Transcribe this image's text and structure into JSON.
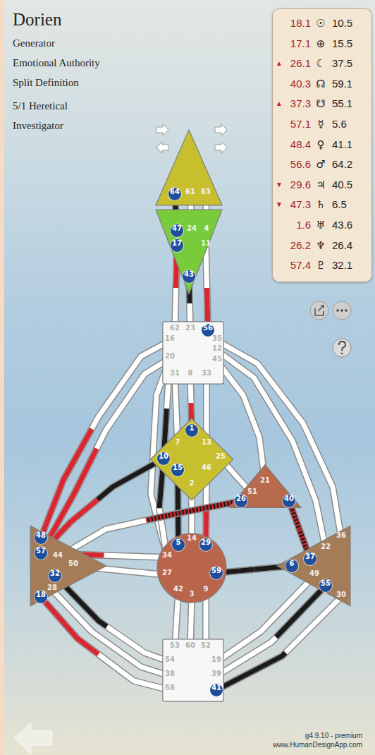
{
  "diagram": {
    "title": "Dorien",
    "nodes": [
      {
        "text": [
          "18.1",
          "☉",
          "10.5",
          "17.1",
          "⊕",
          "15.5",
          "▲",
          "26.1",
          "☾",
          "37.5",
          "40.3",
          "☊",
          "59.1",
          "▲",
          "37.3",
          "☋",
          "55.1",
          "57.1",
          "☿",
          "5.6",
          "48.4",
          "♀",
          "41.1",
          "56.6",
          "♂",
          "64.2",
          "▼",
          "29.6",
          "♃",
          "40.5",
          "▼",
          "47.3",
          "♄",
          "6.5",
          "1.6",
          "♅",
          "43.6",
          "26.2",
          "♆",
          "26.4",
          "57.4",
          "♇",
          "32.1"
        ]
      },
      {
        "text": [
          "64",
          "61",
          "63"
        ]
      },
      {
        "text": [
          "47",
          "24",
          "4",
          "17",
          "11",
          "43"
        ]
      },
      {
        "text": [
          "62",
          "23",
          "56",
          "16",
          "35",
          "20",
          "12",
          "45",
          "31",
          "8",
          "33"
        ]
      },
      {
        "text": [
          "1",
          "7",
          "13",
          "10",
          "25",
          "15",
          "46",
          "2"
        ]
      },
      {
        "text": [
          "21",
          "51",
          "26",
          "40"
        ]
      },
      {
        "text": [
          "48",
          "57",
          "44",
          "50",
          "32",
          "28",
          "18"
        ]
      },
      {
        "text": [
          "5",
          "14",
          "29",
          "34",
          "59",
          "27",
          "42",
          "3",
          "9"
        ]
      },
      {
        "text": [
          "36",
          "22",
          "37",
          "6",
          "49",
          "55",
          "30"
        ]
      },
      {
        "text": [
          "53",
          "60",
          "52",
          "54",
          "19",
          "38",
          "39",
          "58",
          "41"
        ]
      }
    ],
    "edges": [
      {
        "from": 1,
        "to": 2,
        "arrow": "none"
      },
      {
        "from": 1,
        "to": 2,
        "arrow": "none"
      },
      {
        "from": 1,
        "to": 2,
        "arrow": "none"
      },
      {
        "from": 2,
        "to": 3,
        "arrow": "none"
      },
      {
        "from": 2,
        "to": 3,
        "arrow": "none"
      },
      {
        "from": 2,
        "to": 3,
        "arrow": "none"
      },
      {
        "from": 3,
        "to": 4,
        "arrow": "none"
      },
      {
        "from": 3,
        "to": 4,
        "arrow": "none"
      },
      {
        "from": 3,
        "to": 4,
        "arrow": "none"
      },
      {
        "from": 3,
        "to": 4,
        "arrow": "none"
      },
      {
        "from": 3,
        "to": 7,
        "arrow": "none"
      },
      {
        "from": 3,
        "to": 6,
        "arrow": "none"
      },
      {
        "from": 3,
        "to": 6,
        "arrow": "none"
      },
      {
        "from": 3,
        "to": 5,
        "arrow": "none"
      },
      {
        "from": 3,
        "to": 8,
        "arrow": "none"
      },
      {
        "from": 3,
        "to": 8,
        "arrow": "none"
      },
      {
        "from": 4,
        "to": 5,
        "arrow": "none"
      },
      {
        "from": 4,
        "to": 7,
        "arrow": "none"
      },
      {
        "from": 4,
        "to": 7,
        "arrow": "none"
      },
      {
        "from": 4,
        "to": 7,
        "arrow": "none"
      },
      {
        "from": 4,
        "to": 6,
        "arrow": "none"
      },
      {
        "from": 4,
        "to": 7,
        "arrow": "none"
      },
      {
        "from": 5,
        "to": 6,
        "arrow": "none"
      },
      {
        "from": 5,
        "to": 8,
        "arrow": "none"
      },
      {
        "from": 6,
        "to": 7,
        "arrow": "none"
      },
      {
        "from": 6,
        "to": 7,
        "arrow": "none"
      },
      {
        "from": 7,
        "to": 8,
        "arrow": "none"
      },
      {
        "from": 6,
        "to": 9,
        "arrow": "none"
      },
      {
        "from": 6,
        "to": 9,
        "arrow": "none"
      },
      {
        "from": 6,
        "to": 9,
        "arrow": "none"
      },
      {
        "from": 7,
        "to": 9,
        "arrow": "none"
      },
      {
        "from": 7,
        "to": 9,
        "arrow": "none"
      },
      {
        "from": 7,
        "to": 9,
        "arrow": "none"
      },
      {
        "from": 9,
        "to": 8,
        "arrow": "none"
      },
      {
        "from": 9,
        "to": 8,
        "arrow": "none"
      },
      {
        "from": 9,
        "to": 8,
        "arrow": "none"
      }
    ],
    "labels": [
      "Generator",
      "Emotional Authority",
      "Split Definition",
      "5/1 Heretical Investigator",
      "g4.9.10 - premium",
      "www.HumanDesignApp.com"
    ]
  }
}
